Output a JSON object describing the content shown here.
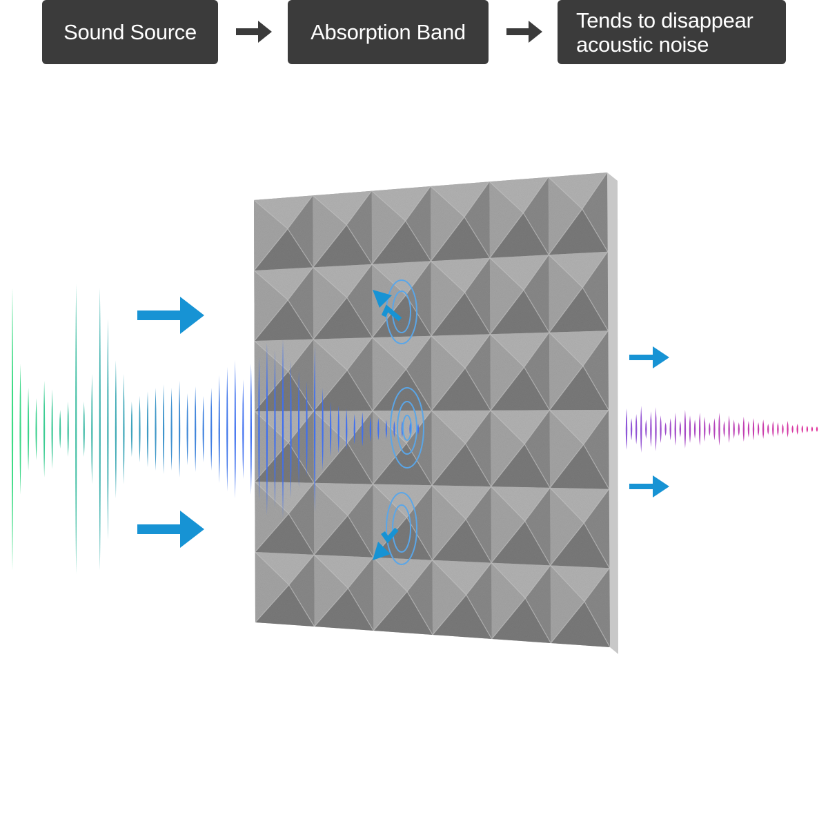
{
  "flow": {
    "steps": [
      {
        "label": "Sound Source"
      },
      {
        "label": "Absorption Band"
      },
      {
        "label": "Tends to disappear",
        "label_line2": "acoustic noise"
      }
    ],
    "connector_icon": "right-arrow-icon"
  },
  "scene": {
    "panel": {
      "rows": 6,
      "cols": 6,
      "material": "pyramid acoustic foam",
      "color": "#9a9a9a"
    },
    "incoming_wave": {
      "color_start": "#3ddc84",
      "color_end": "#3f6ff0"
    },
    "outgoing_wave": {
      "color_start": "#8e56d8",
      "color_end": "#e0309a"
    },
    "direction_arrow_color": "#1793d4",
    "absorption_ring_color": "#5aa6e8",
    "icons": [
      "right-arrow-icon",
      "swirl-arrow-icon",
      "concentric-rings-icon"
    ]
  }
}
